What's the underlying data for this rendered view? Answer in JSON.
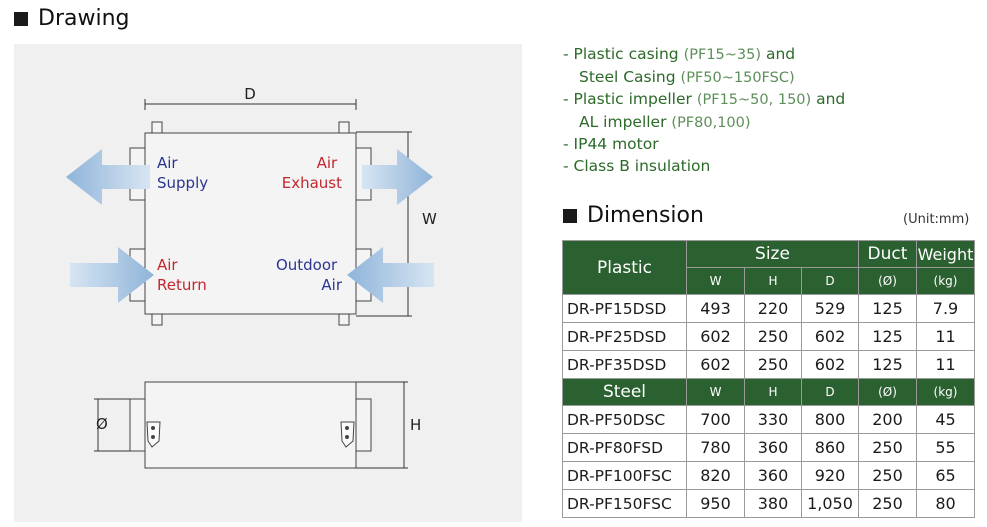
{
  "drawing": {
    "title": "Drawing",
    "labels": {
      "air_supply": [
        "Air",
        "Supply"
      ],
      "air_exhaust": [
        "Air",
        "Exhaust"
      ],
      "air_return": [
        "Air",
        "Return"
      ],
      "outdoor_air": [
        "Outdoor",
        "Air"
      ],
      "dim_d": "D",
      "dim_w": "W",
      "dim_h": "H",
      "dim_phi": "Ø"
    },
    "colors": {
      "blue_label": "#2a3590",
      "red_label": "#c1272d",
      "arrow": "#a9c6e2",
      "panel": "#f0f0f1"
    }
  },
  "features": [
    {
      "text": "- Plastic casing",
      "note": "(PF15~35)",
      "after": "and"
    },
    {
      "text": "Steel Casing",
      "note": "(PF50~150FSC)",
      "after": "",
      "indent": true
    },
    {
      "text": "- Plastic impeller",
      "note": "(PF15~50, 150)",
      "after": "and"
    },
    {
      "text": "AL impeller",
      "note": "(PF80,100)",
      "after": "",
      "indent": true
    },
    {
      "text": "- IP44 motor",
      "note": "",
      "after": ""
    },
    {
      "text": "- Class B insulation",
      "note": "",
      "after": ""
    }
  ],
  "dimension": {
    "title": "Dimension",
    "unit": "(Unit:mm)",
    "header": {
      "plastic": "Plastic",
      "size": "Size",
      "duct": "Duct",
      "weight": "Weight",
      "w": "W",
      "h": "H",
      "d": "D",
      "duct_unit": "(Ø)",
      "weight_unit": "(kg)"
    },
    "steel_header": {
      "label": "Steel",
      "w": "W",
      "h": "H",
      "d": "D",
      "duct_unit": "(Ø)",
      "weight_unit": "(kg)"
    },
    "plastic_rows": [
      {
        "model": "DR-PF15DSD",
        "w": "493",
        "h": "220",
        "d": "529",
        "duct": "125",
        "weight": "7.9"
      },
      {
        "model": "DR-PF25DSD",
        "w": "602",
        "h": "250",
        "d": "602",
        "duct": "125",
        "weight": "11"
      },
      {
        "model": "DR-PF35DSD",
        "w": "602",
        "h": "250",
        "d": "602",
        "duct": "125",
        "weight": "11"
      }
    ],
    "steel_rows": [
      {
        "model": "DR-PF50DSC",
        "w": "700",
        "h": "330",
        "d": "800",
        "duct": "200",
        "weight": "45"
      },
      {
        "model": "DR-PF80FSD",
        "w": "780",
        "h": "360",
        "d": "860",
        "duct": "250",
        "weight": "55"
      },
      {
        "model": "DR-PF100FSC",
        "w": "820",
        "h": "360",
        "d": "920",
        "duct": "250",
        "weight": "65"
      },
      {
        "model": "DR-PF150FSC",
        "w": "950",
        "h": "380",
        "d": "1,050",
        "duct": "250",
        "weight": "80"
      }
    ],
    "colors": {
      "header_bg": "#2b6130",
      "header_text": "#ffffff"
    }
  }
}
